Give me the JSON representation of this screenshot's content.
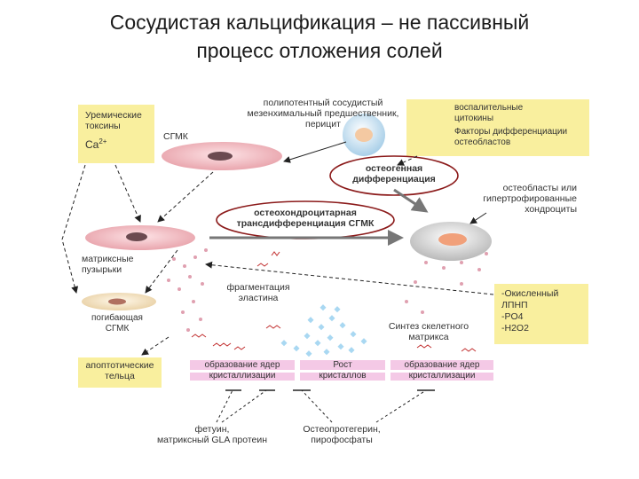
{
  "title": {
    "line1": "Сосудистая кальцификация – не пассивный",
    "line2": "процесс отложения солей"
  },
  "diagram": {
    "uremic": {
      "line1": "Уремические",
      "line2": "токсины",
      "ca": "Ca",
      "ca_sup": "2+"
    },
    "sgmk": "СГМК",
    "progenitor": {
      "line1": "полипотентный сосудистый",
      "line2": "мезенхимальный предшественник,",
      "line3": "перицит"
    },
    "cytokines": {
      "line1": "воспалительные",
      "line2": "цитокины",
      "line3": "Факторы дифференциации",
      "line4": "остеобластов"
    },
    "osteogenic": {
      "line1": "остеогенная",
      "line2": "дифференциация"
    },
    "osteoblasts": {
      "line1": "остеобласты или",
      "line2": "гипертрофированные",
      "line3": "хондроциты"
    },
    "transdiff": {
      "line1": "остеохондроцитарная",
      "line2": "трансдифференциация СГМК"
    },
    "matrix_vesicles": {
      "line1": "матриксные",
      "line2": "пузырьки"
    },
    "elastin": {
      "line1": "фрагментация",
      "line2": "эластина"
    },
    "dying_sgmk": {
      "line1": "погибающая",
      "line2": "СГМК"
    },
    "apoptotic": {
      "line1": "апоптотические",
      "line2": "тельца"
    },
    "skeletal_matrix": {
      "line1": "Синтез скелетного",
      "line2": "матрикса"
    },
    "oxidized": {
      "line1": "-Окисленный",
      "line2": "ЛПНП",
      "line3": "-PO4",
      "line4": "-H2O2"
    },
    "nucleation_left": {
      "line1": "образование ядер",
      "line2": "кристаллизации"
    },
    "crystal_growth": {
      "line1": "Рост",
      "line2": "кристаллов"
    },
    "nucleation_right": {
      "line1": "образование ядер",
      "line2": "кристаллизации"
    },
    "fetuin": {
      "line1": "фетуин,",
      "line2": "матриксный GLA протеин"
    },
    "osteoprotegerin": {
      "line1": "Остеопротегерин,",
      "line2": "пирофосфаты"
    }
  },
  "colors": {
    "yellow_box": "#f9ef9e",
    "pink_bar": "#f4c9e6",
    "ellipse_red": "#8b1a1a",
    "crystal_blue": "#a9d8f2",
    "dot_pink": "#e0a0b0"
  }
}
